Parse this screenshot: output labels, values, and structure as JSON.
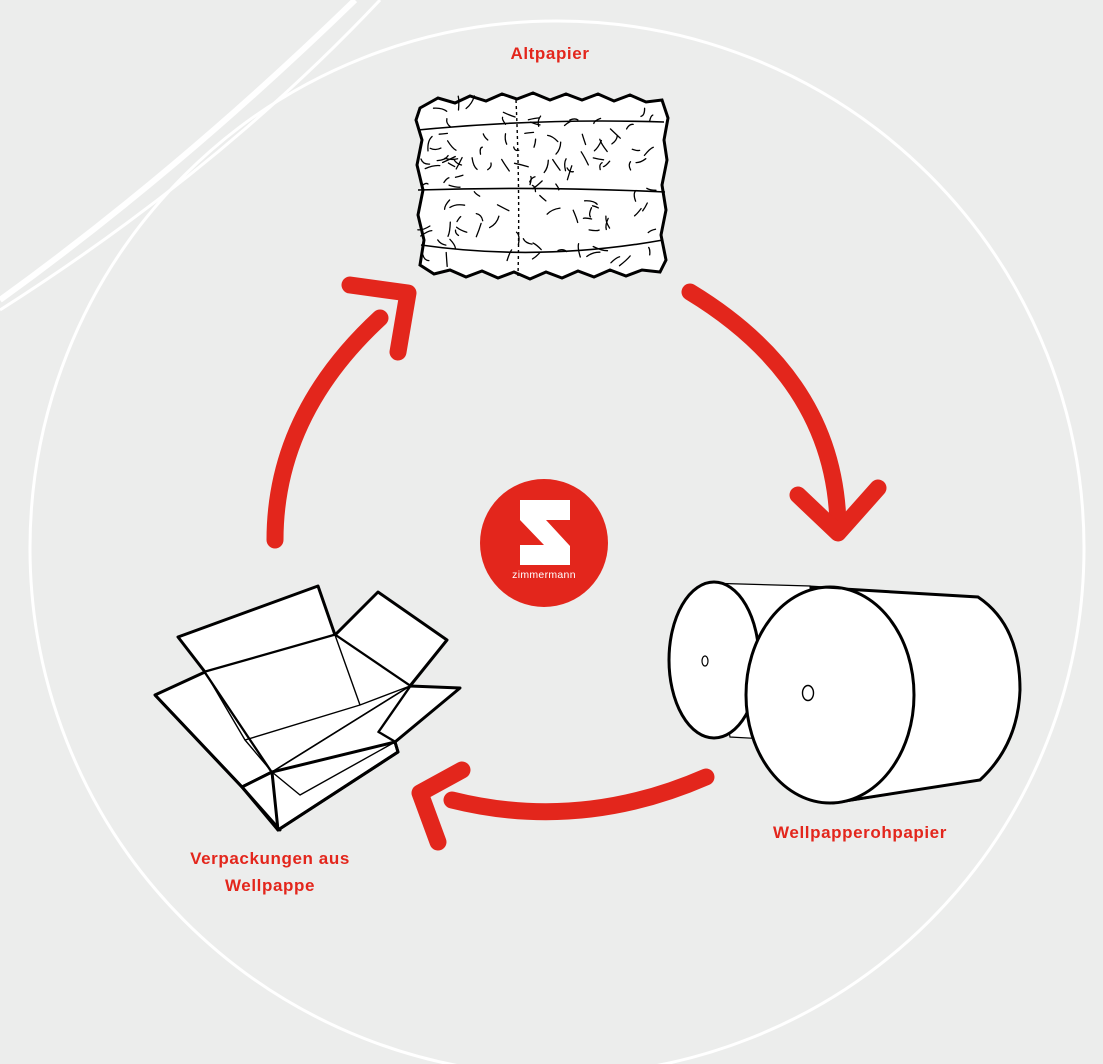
{
  "colors": {
    "background": "#ecedec",
    "accent_red": "#e3261c",
    "outline": "#000000",
    "circle_line": "#ffffff"
  },
  "labels": {
    "altpapier": "Altpapier",
    "wellpapperohpapier": "Wellpapperohpapier",
    "verpackungen_line1": "Verpackungen aus",
    "verpackungen_line2": "Wellpappe"
  },
  "logo": {
    "icon": "zimmermann-z-logo",
    "wordmark": "zimmermann"
  },
  "cycle": {
    "steps": [
      "altpapier",
      "wellpapperohpapier",
      "verpackungen"
    ],
    "arrow_icons": [
      "arrow-curved-right-down",
      "arrow-curved-left",
      "arrow-curved-up-right"
    ]
  }
}
